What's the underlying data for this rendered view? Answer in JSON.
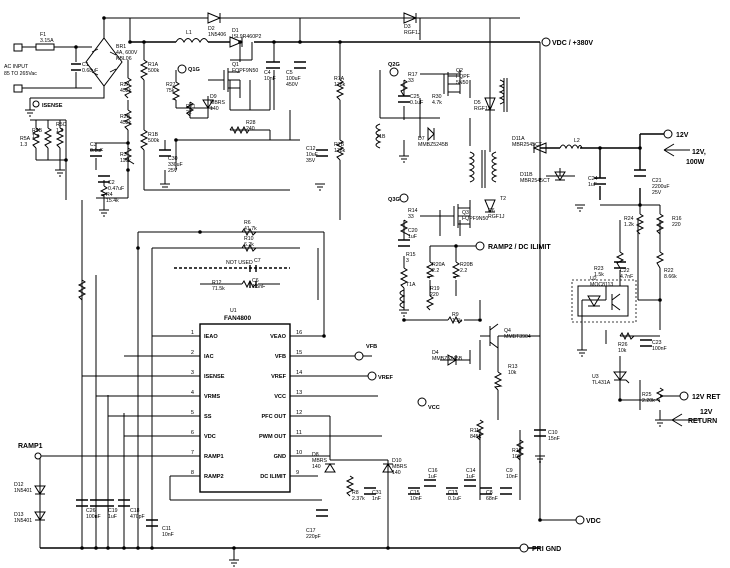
{
  "labels": {
    "vdc_out": "VDC / +380V",
    "v12_out": "12V",
    "v12_power": "12V,",
    "v12_power2": "100W",
    "v12_ret": "12V RET",
    "v12_return": "12V",
    "v12_return2": "RETURN",
    "pri_gnd": "PRI GND",
    "vdc_bottom": "VDC",
    "ramp2_limit": "RAMP2 / DC ILIMIT",
    "ramp1": "RAMP1",
    "isense": "ISENSE",
    "q1g": "Q1G",
    "q2g": "Q2G",
    "q3g": "Q3G",
    "vfb": "VFB",
    "vref": "VREF",
    "vcc": "VCC",
    "ac_input_1": "AC INPUT",
    "ac_input_2": "85 TO 265Vac",
    "not_used": "NOT USED"
  },
  "ic": {
    "name": "FAN4800",
    "ref": "U1",
    "left_pins": [
      {
        "num": "1",
        "name": "IEAO"
      },
      {
        "num": "2",
        "name": "IAC"
      },
      {
        "num": "3",
        "name": "ISENSE"
      },
      {
        "num": "4",
        "name": "VRMS"
      },
      {
        "num": "5",
        "name": "SS"
      },
      {
        "num": "6",
        "name": "VDC"
      },
      {
        "num": "7",
        "name": "RAMP1"
      },
      {
        "num": "8",
        "name": "RAMP2"
      }
    ],
    "right_pins": [
      {
        "num": "16",
        "name": "VEAO"
      },
      {
        "num": "15",
        "name": "VFB"
      },
      {
        "num": "14",
        "name": "VREF"
      },
      {
        "num": "13",
        "name": "VCC"
      },
      {
        "num": "12",
        "name": "PFC OUT"
      },
      {
        "num": "11",
        "name": "PWM OUT"
      },
      {
        "num": "10",
        "name": "GND"
      },
      {
        "num": "9",
        "name": "DC ILIMIT"
      }
    ]
  },
  "components": {
    "F1": [
      "F1",
      "3.15A"
    ],
    "C1": [
      "C1",
      "0.68uF"
    ],
    "BR1": [
      "BR1",
      "4A, 600V",
      "KBL06"
    ],
    "L1": [
      "L1"
    ],
    "D2": [
      "D2",
      "1N5406"
    ],
    "D1": [
      "D1",
      "ISL9R460P2"
    ],
    "R1A": [
      "R1A",
      "500k"
    ],
    "R2A": [
      "R2A",
      "453k"
    ],
    "R2B": [
      "R2B",
      "453k"
    ],
    "R1B": [
      "R1B",
      "500k"
    ],
    "R3": [
      "R3",
      "110k"
    ],
    "C3": [
      "C3",
      "0.1uF"
    ],
    "C2": [
      "C2",
      "0.47uF"
    ],
    "R4": [
      "R4",
      "15.4k"
    ],
    "R5A": [
      "R5A",
      "1.3"
    ],
    "R5B": [
      "R5B",
      "1.3"
    ],
    "R5C": [
      "R5C",
      "1.3"
    ],
    "R27": [
      "R27",
      "75k"
    ],
    "R21": [
      "R21",
      "22"
    ],
    "D9": [
      "D9",
      "MBRS",
      "140"
    ],
    "Q1": [
      "Q1",
      "FQPF9N50"
    ],
    "C4": [
      "C4",
      "10nF"
    ],
    "C5": [
      "C5",
      "100uF",
      "450V"
    ],
    "R28": [
      "R28",
      "240"
    ],
    "C30": [
      "C30",
      "330uF",
      "25V"
    ],
    "C12": [
      "C12",
      "10uF",
      "35V"
    ],
    "R7A": [
      "R7A",
      "178k"
    ],
    "R7B": [
      "R7B",
      "178k"
    ],
    "D3": [
      "D3",
      "RGF1J"
    ],
    "R17": [
      "R17",
      "33"
    ],
    "C25": [
      "C25",
      "0.1uF"
    ],
    "R30": [
      "R30",
      "4.7k"
    ],
    "R29": [
      "R29",
      "4.7k"
    ],
    "Q2": [
      "Q2",
      "FQPF",
      "5N50"
    ],
    "T1B": [
      "T1B"
    ],
    "D7": [
      "D7",
      "MMBZ5245B"
    ],
    "D5": [
      "D5",
      "RGF1J"
    ],
    "D11A": [
      "D11A",
      "MBR2545CT"
    ],
    "D11B": [
      "D11B",
      "MBR2545CT"
    ],
    "L2": [
      "L2"
    ],
    "C24": [
      "C24",
      "1uF"
    ],
    "C21": [
      "C21",
      "2200uF",
      "25V"
    ],
    "T2": [
      "T2"
    ],
    "R14": [
      "R14",
      "33"
    ],
    "C20": [
      "C20",
      "1uF"
    ],
    "Q3": [
      "Q3",
      "FQPF9N50"
    ],
    "D6": [
      "D6",
      "RGF1J"
    ],
    "R15": [
      "R15",
      "3"
    ],
    "T1A": [
      "T1A"
    ],
    "R20A": [
      "R20A",
      "2.2"
    ],
    "R20B": [
      "R20B",
      "2.2"
    ],
    "R19": [
      "R19",
      "220"
    ],
    "R6": [
      "R6",
      "41.7k"
    ],
    "R10": [
      "R10",
      "6.2k"
    ],
    "C7": [
      "C7"
    ],
    "R12": [
      "R12",
      "71.5k"
    ],
    "C6": [
      "C6",
      "1.5nF"
    ],
    "R9": [
      "R9",
      "1.5k"
    ],
    "Q4": [
      "Q4",
      "MMBT3904"
    ],
    "D4": [
      "D4",
      "MMBZ5245B"
    ],
    "R13": [
      "R13",
      "10k"
    ],
    "C10t": [
      "C10",
      "15nF"
    ],
    "R11": [
      "R11",
      "845k"
    ],
    "R18": [
      "R18",
      "10k"
    ],
    "C9": [
      "C9",
      "10nF"
    ],
    "R24": [
      "R24",
      "1.2k"
    ],
    "R16": [
      "R16",
      "220"
    ],
    "R23": [
      "R23",
      "1.5k"
    ],
    "C22": [
      "C22",
      "4.7nF"
    ],
    "R22": [
      "R22",
      "8.66k"
    ],
    "U2": [
      "U2",
      "MOC8113"
    ],
    "R26": [
      "R26",
      "10k"
    ],
    "C23": [
      "C23",
      "100nF"
    ],
    "U3": [
      "U3",
      "TL431A"
    ],
    "R25": [
      "R25",
      "2.20k"
    ],
    "D12": [
      "D12",
      "1N5401"
    ],
    "D13": [
      "D13",
      "1N5401"
    ],
    "C26": [
      "C26",
      "100nF"
    ],
    "C19": [
      "C19",
      "1uF"
    ],
    "C18": [
      "C18",
      "470pF"
    ],
    "C11": [
      "C11",
      "10nF"
    ],
    "D8": [
      "D8",
      "MBRS",
      "140"
    ],
    "R8": [
      "R8",
      "2.37k"
    ],
    "C31": [
      "C31",
      "1nF"
    ],
    "D10": [
      "D10",
      "MBRS",
      "140"
    ],
    "C15": [
      "C15",
      "10nF"
    ],
    "C16": [
      "C16",
      "1uF"
    ],
    "C13": [
      "C13",
      "0.1uF"
    ],
    "C14": [
      "C14",
      "1uF"
    ],
    "C8": [
      "C8",
      "68nF"
    ],
    "C17": [
      "C17",
      "220pF"
    ]
  }
}
